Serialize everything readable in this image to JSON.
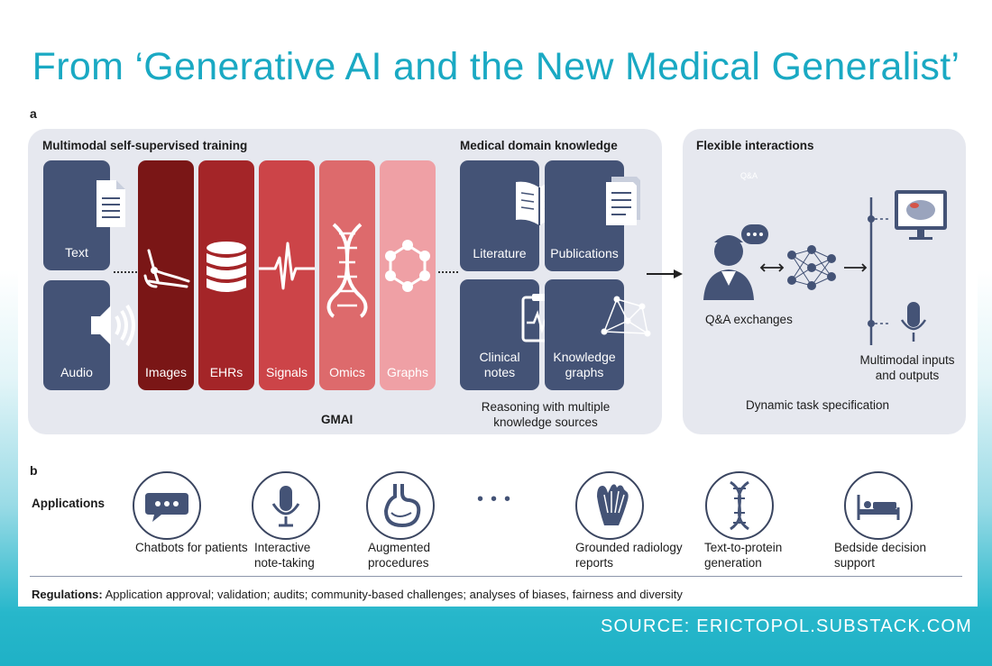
{
  "title": "From ‘Generative AI and the New Medical Generalist’",
  "source": "SOURCE: ERICTOPOL.SUBSTACK.COM",
  "panel_a": {
    "letter": "a",
    "training_heading": "Multimodal self-supervised training",
    "knowledge_heading": "Medical domain knowledge",
    "modalities": [
      "Text",
      "Audio",
      "Images",
      "EHRs",
      "Signals",
      "Omics",
      "Graphs"
    ],
    "knowledge_tiles": [
      "Literature",
      "Publications",
      "Clinical notes",
      "Knowledge graphs"
    ],
    "gmai": "GMAI",
    "reasoning": "Reasoning with multiple knowledge sources",
    "interactions_heading": "Flexible interactions",
    "qa": "Q&A exchanges",
    "qa_bubble": "Q&A",
    "multimodal_io": "Multimodal inputs and outputs",
    "dynamic_task": "Dynamic task specification"
  },
  "panel_b": {
    "letter": "b",
    "applications_label": "Applications",
    "applications": [
      {
        "label": "Chatbots for patients",
        "icon": "chat-bubble-icon"
      },
      {
        "label": "Interactive note-taking",
        "icon": "microphone-icon"
      },
      {
        "label": "Augmented procedures",
        "icon": "stomach-icon"
      },
      {
        "label": "Grounded radiology reports",
        "icon": "foot-xray-icon"
      },
      {
        "label": "Text-to-protein generation",
        "icon": "dna-icon"
      },
      {
        "label": "Bedside decision support",
        "icon": "bed-icon"
      }
    ],
    "regulations_label": "Regulations:",
    "regulations_text": "Application approval; validation; audits; community-based challenges; analyses of biases, fairness and diversity"
  },
  "colors": {
    "title": "#1aa9c3",
    "navy": "#445376",
    "panel_bg": "#e6e8ef",
    "images": "#7a1616",
    "ehrs": "#a42528",
    "signals": "#cc4448",
    "omics": "#dd6a6c",
    "graphs": "#efa0a5"
  }
}
